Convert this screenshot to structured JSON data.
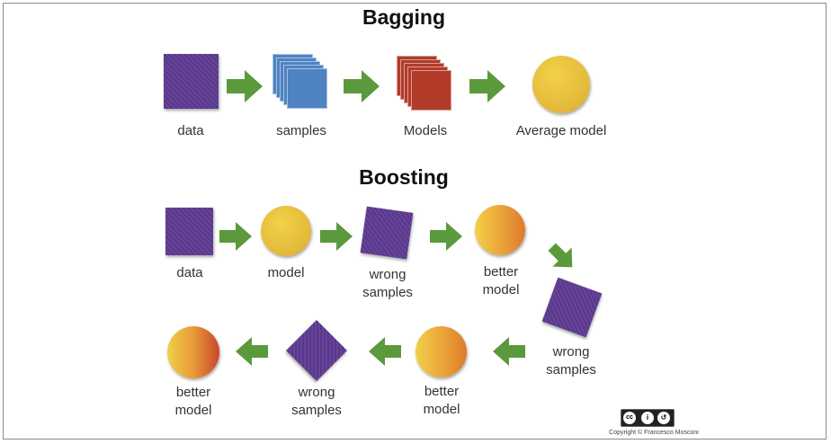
{
  "bagging": {
    "title": "Bagging",
    "steps": [
      "data",
      "samples",
      "Models",
      "Average model"
    ]
  },
  "boosting": {
    "title": "Boosting",
    "steps": [
      "data",
      "model",
      "wrong\nsamples",
      "better\nmodel",
      "wrong\nsamples",
      "better\nmodel",
      "wrong\nsamples",
      "better\nmodel"
    ]
  },
  "license": {
    "badge": "cc by sa",
    "copyright": "Copyright © Francesco Mosconi"
  },
  "colors": {
    "purple": "#5e3a92",
    "blue": "#4f83c2",
    "red": "#b33b2a",
    "yellow": "#e3b83a",
    "arrow": "#5a9a3c"
  }
}
